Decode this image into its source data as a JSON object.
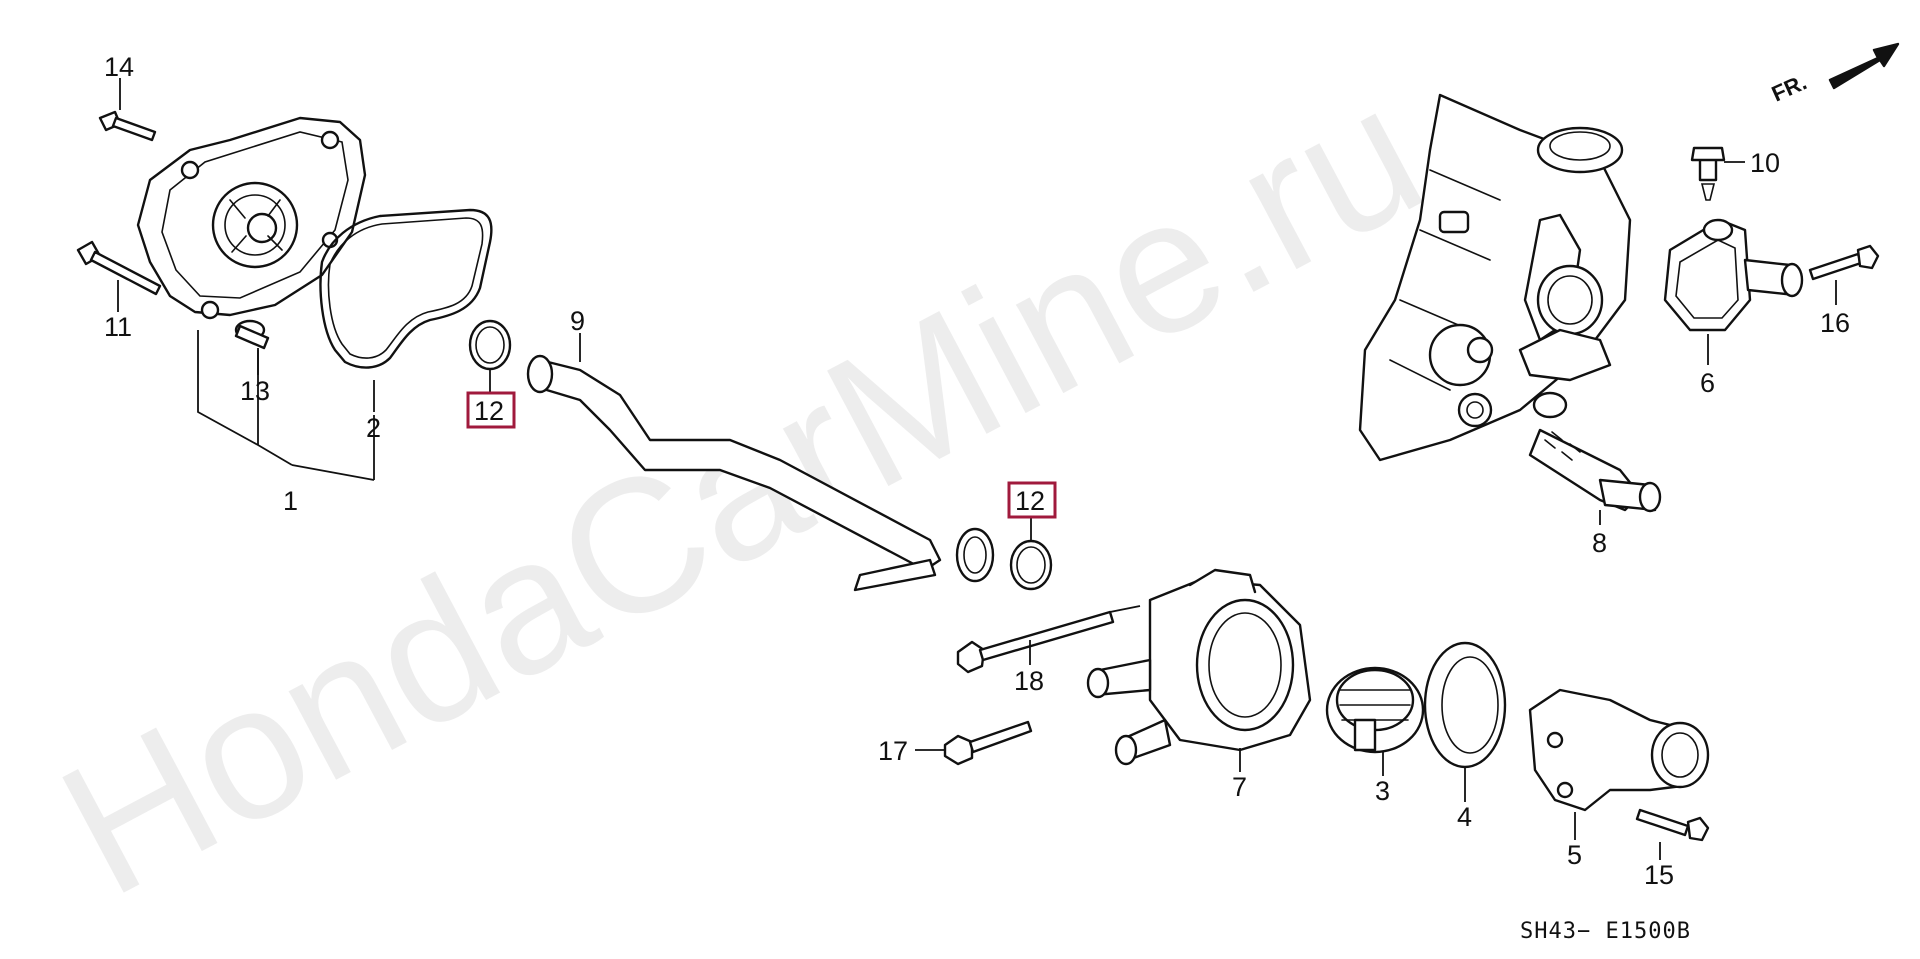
{
  "watermark": "HondaCarMine.ru",
  "direction_label": "FR.",
  "diagram_code": "SH43− E1500B",
  "callouts": {
    "c1": "1",
    "c2": "2",
    "c3": "3",
    "c4": "4",
    "c5": "5",
    "c6": "6",
    "c7": "7",
    "c8": "8",
    "c9": "9",
    "c10": "10",
    "c11": "11",
    "c12a": "12",
    "c12b": "12",
    "c13": "13",
    "c14": "14",
    "c15": "15",
    "c16": "16",
    "c17": "17",
    "c18": "18"
  },
  "highlight_color": "#a01a3c"
}
